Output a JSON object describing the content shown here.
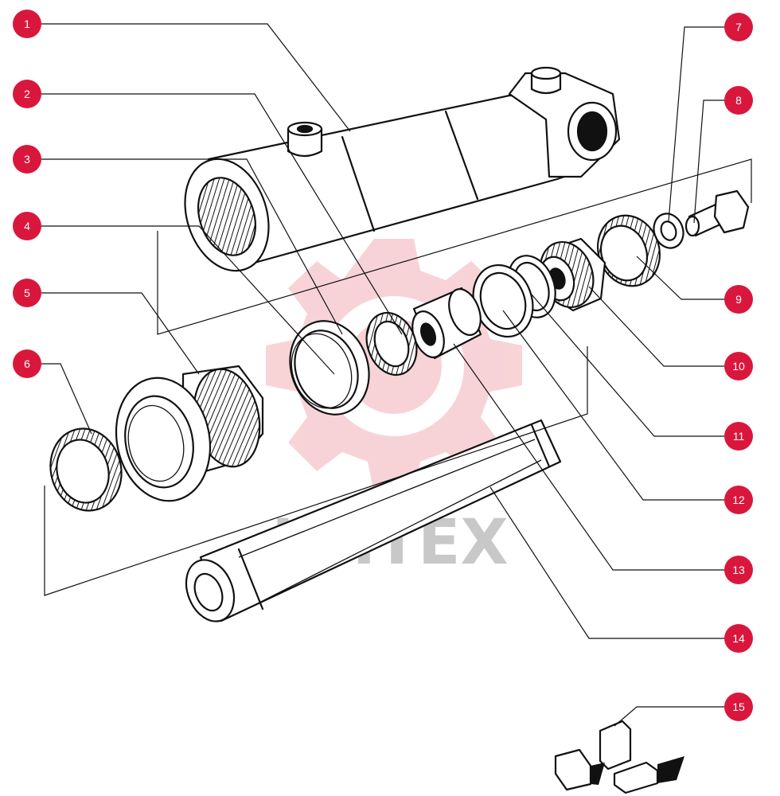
{
  "diagram": {
    "watermark_text": "ИНТЕХ",
    "colors": {
      "callout_fill": "#d9173d",
      "callout_text": "#ffffff",
      "line": "#111111",
      "watermark_text": "#c8c8c8",
      "watermark_logo": "#f7cfd3"
    },
    "callouts": [
      {
        "id": "1",
        "label": "1"
      },
      {
        "id": "2",
        "label": "2"
      },
      {
        "id": "3",
        "label": "3"
      },
      {
        "id": "4",
        "label": "4"
      },
      {
        "id": "5",
        "label": "5"
      },
      {
        "id": "6",
        "label": "6"
      },
      {
        "id": "7",
        "label": "7"
      },
      {
        "id": "8",
        "label": "8"
      },
      {
        "id": "9",
        "label": "9"
      },
      {
        "id": "10",
        "label": "10"
      },
      {
        "id": "11",
        "label": "11"
      },
      {
        "id": "12",
        "label": "12"
      },
      {
        "id": "13",
        "label": "13"
      },
      {
        "id": "14",
        "label": "14"
      },
      {
        "id": "15",
        "label": "15"
      }
    ]
  }
}
